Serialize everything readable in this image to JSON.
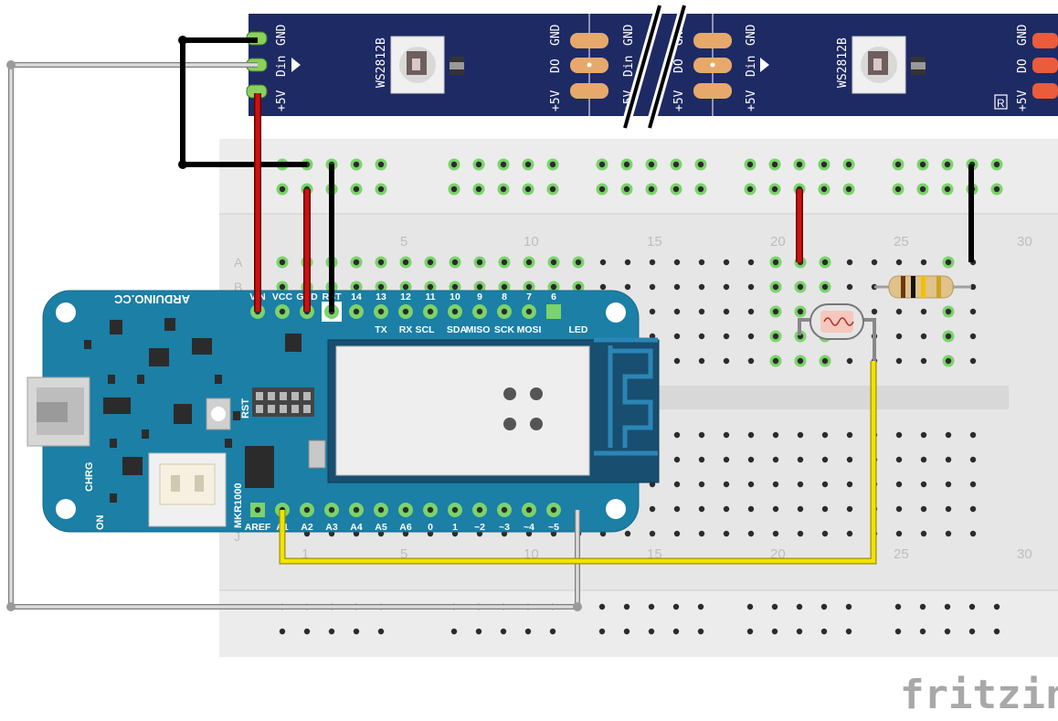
{
  "led_strip": {
    "pad_labels_left": [
      "GND",
      "Din",
      "+5V"
    ],
    "pad_labels_right": [
      "GND",
      "DO",
      "+5V"
    ],
    "chip_label": "WS2812B",
    "cut_mark": "R"
  },
  "breadboard": {
    "column_numbers": [
      "5",
      "10",
      "15",
      "20",
      "25",
      "30"
    ],
    "bottom_column_numbers": [
      "1",
      "5",
      "10",
      "15",
      "20",
      "25",
      "30"
    ],
    "row_letters_top": [
      "A",
      "B"
    ],
    "row_letters_bottom": [
      "J"
    ]
  },
  "arduino": {
    "brand": "ARDUINO.CC",
    "model": "MKR1000",
    "top_pins": [
      "VIN",
      "VCC",
      "GND",
      "RST",
      "14",
      "13",
      "12",
      "11",
      "10",
      "9",
      "8",
      "7",
      "6"
    ],
    "top_pin_functions": [
      "TX",
      "RX",
      "SCL",
      "SDA",
      "MISO",
      "SCK",
      "MOSI",
      "LED"
    ],
    "bottom_pins": [
      "AREF",
      "A1",
      "A2",
      "A3",
      "A4",
      "A5",
      "A6",
      "0",
      "1",
      "~2",
      "~3",
      "~4",
      "~5"
    ],
    "labels": {
      "rst": "RST",
      "chrg": "CHRG",
      "on": "ON"
    }
  },
  "footer": {
    "logo": "fritzing"
  },
  "colors": {
    "strip": "#1e2a63",
    "board": "#1b7fa6",
    "breadboard": "#e8e8e8",
    "hole_green": "#7bd36b",
    "wire_red": "#cc1111",
    "wire_black": "#1a1a1a",
    "wire_yellow": "#f2e300",
    "wire_grey": "#9a9a9a"
  }
}
